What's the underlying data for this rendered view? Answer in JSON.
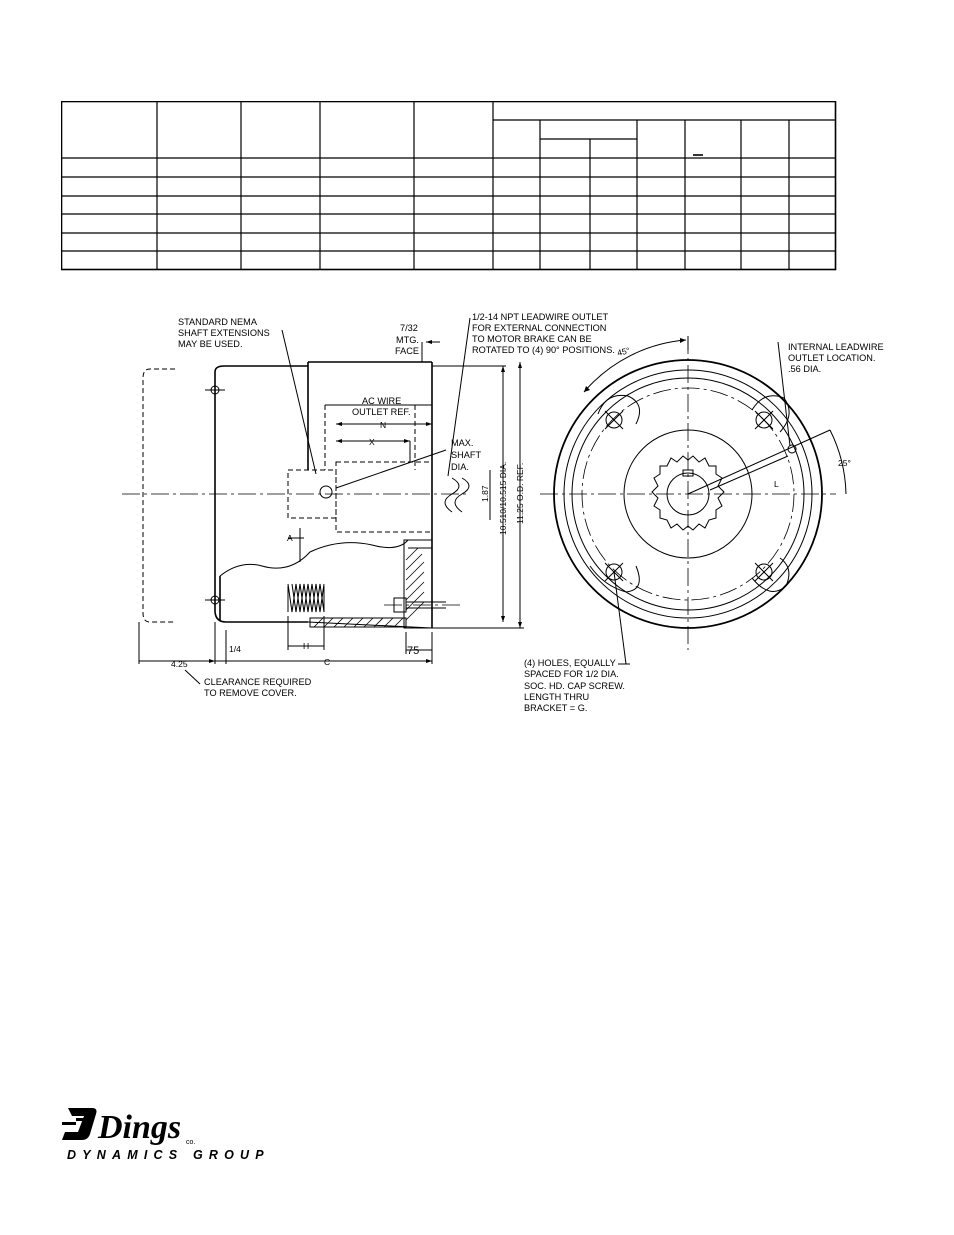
{
  "drawing": {
    "notes": {
      "nema_1": "STANDARD NEMA",
      "nema_2": "SHAFT EXTENSIONS",
      "nema_3": "MAY BE USED.",
      "face_1": "7/32",
      "face_2": "MTG.",
      "face_3": "FACE",
      "npt_1": "1/2-14 NPT LEADWIRE OUTLET",
      "npt_2": "FOR EXTERNAL CONNECTION",
      "npt_3": "TO MOTOR BRAKE CAN BE",
      "npt_4": "ROTATED TO (4) 90° POSITIONS.",
      "ac_1": "AC WIRE",
      "ac_2": "OUTLET REF.",
      "shaft_1": "MAX.",
      "shaft_2": "SHAFT",
      "shaft_3": "DIA.",
      "internal_1": "INTERNAL LEADWIRE",
      "internal_2": "OUTLET LOCATION.",
      "internal_3": ".56 DIA.",
      "holes_1": "(4) HOLES, EQUALLY",
      "holes_2": "SPACED FOR 1/2 DIA.",
      "holes_3": "SOC. HD. CAP SCREW.",
      "holes_4": "LENGTH THRU",
      "holes_5": "BRACKET = G.",
      "clear_1": "CLEARANCE REQUIRED",
      "clear_2": "TO REMOVE COVER."
    },
    "dims": {
      "n": "N",
      "x": "X",
      "a": "A",
      "h": "H",
      "c": "C",
      "l": "L",
      "d187": "1.87",
      "pilot": "10.510/10.515 DIA.",
      "od": "11.25 O.D. REF.",
      "quarter": "1/4",
      "d425": "4.25",
      "d75": "75",
      "ang45": "45°",
      "ang25": "25°"
    }
  },
  "logo": {
    "brand": "Dings",
    "co": "co.",
    "tagline": "DYNAMICS GROUP"
  }
}
